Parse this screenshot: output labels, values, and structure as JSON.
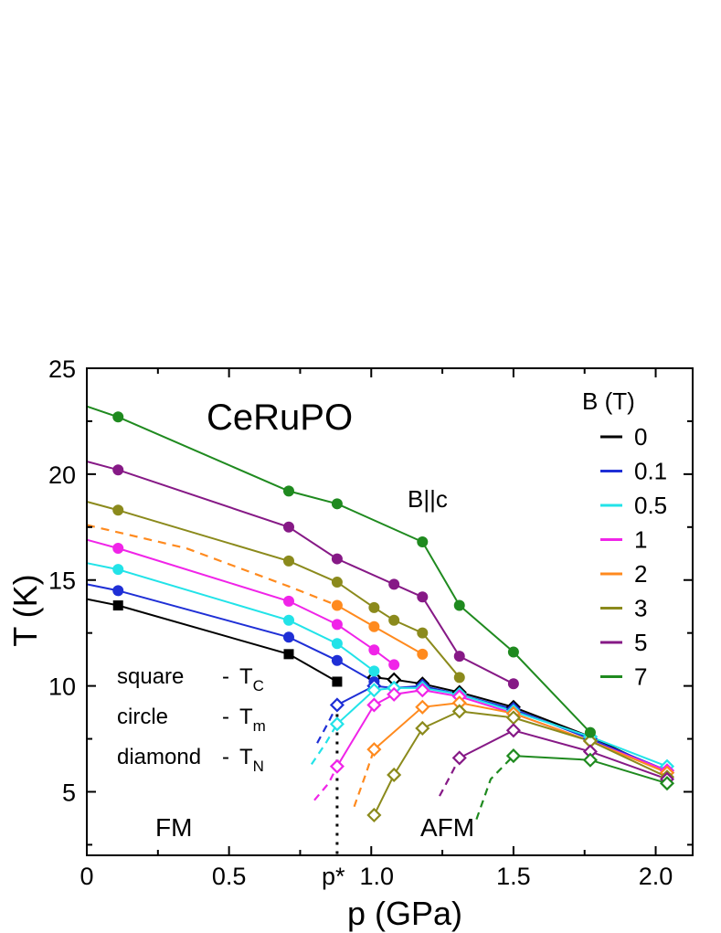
{
  "chart_data": {
    "type": "line",
    "title": "CeRuPO",
    "annotation_field": "B||c",
    "xlabel": "p (GPa)",
    "ylabel": "T (K)",
    "xlim": [
      0,
      2.13
    ],
    "ylim": [
      2,
      25
    ],
    "xticks": [
      0,
      0.5,
      1.0,
      1.5,
      2.0
    ],
    "xtick_labels": [
      "0",
      "0.5",
      "1.0",
      "1.5",
      "2.0"
    ],
    "yticks": [
      5,
      10,
      15,
      20,
      25
    ],
    "ytick_labels": [
      "5",
      "10",
      "15",
      "20",
      "25"
    ],
    "grid": false,
    "legend_title": "B (T)",
    "legend_position": "top-right",
    "markers_legend": [
      {
        "shape": "square",
        "sep": "-",
        "symbol": "T",
        "sub": "C"
      },
      {
        "shape": "circle",
        "sep": "-",
        "symbol": "T",
        "sub": "m"
      },
      {
        "shape": "diamond",
        "sep": "-",
        "symbol": "T",
        "sub": "N"
      }
    ],
    "regions": [
      "FM",
      "AFM"
    ],
    "critical_label": "p*",
    "critical_pressure": 0.88,
    "series": [
      {
        "name": "0",
        "color": "#000000",
        "squares": [
          [
            0.11,
            13.8
          ],
          [
            0.71,
            11.5
          ],
          [
            0.88,
            10.2
          ]
        ],
        "squares_fit_start": [
          0,
          14.1
        ],
        "diamonds": [
          [
            1.01,
            10.4
          ],
          [
            1.08,
            10.3
          ],
          [
            1.18,
            10.1
          ],
          [
            1.31,
            9.7
          ],
          [
            1.5,
            9.0
          ],
          [
            1.77,
            7.6
          ],
          [
            2.04,
            5.9
          ]
        ]
      },
      {
        "name": "0.1",
        "color": "#1f2fd6",
        "circles": [
          [
            0.11,
            14.5
          ],
          [
            0.71,
            12.3
          ],
          [
            0.88,
            11.2
          ],
          [
            1.01,
            10.2
          ]
        ],
        "circles_fit_start": [
          0,
          14.8
        ],
        "diamonds": [
          [
            0.88,
            9.1
          ],
          [
            1.01,
            10.0
          ],
          [
            1.08,
            9.9
          ],
          [
            1.18,
            10.0
          ],
          [
            1.31,
            9.6
          ],
          [
            1.5,
            8.9
          ],
          [
            1.77,
            7.5
          ],
          [
            2.04,
            6.0
          ]
        ],
        "dashed": [
          [
            0.81,
            7.3
          ],
          [
            0.85,
            8.3
          ],
          [
            0.88,
            9.1
          ]
        ]
      },
      {
        "name": "0.5",
        "color": "#22e3e8",
        "circles": [
          [
            0.11,
            15.5
          ],
          [
            0.71,
            13.1
          ],
          [
            0.88,
            12.0
          ],
          [
            1.01,
            10.7
          ]
        ],
        "circles_fit_start": [
          0,
          15.8
        ],
        "diamonds": [
          [
            0.88,
            8.2
          ],
          [
            1.01,
            9.8
          ],
          [
            1.08,
            9.9
          ],
          [
            1.18,
            9.9
          ],
          [
            1.31,
            9.6
          ],
          [
            1.5,
            8.8
          ],
          [
            1.77,
            7.6
          ],
          [
            2.04,
            6.2
          ]
        ],
        "dashed": [
          [
            0.79,
            6.3
          ],
          [
            0.84,
            7.3
          ],
          [
            0.88,
            8.2
          ]
        ]
      },
      {
        "name": "1",
        "color": "#f024e8",
        "circles": [
          [
            0.11,
            16.5
          ],
          [
            0.71,
            14.0
          ],
          [
            0.88,
            12.9
          ],
          [
            1.01,
            11.7
          ],
          [
            1.08,
            11.0
          ]
        ],
        "circles_fit_start": [
          0,
          16.9
        ],
        "diamonds": [
          [
            0.88,
            6.2
          ],
          [
            1.01,
            9.1
          ],
          [
            1.08,
            9.6
          ],
          [
            1.18,
            9.8
          ],
          [
            1.31,
            9.5
          ],
          [
            1.5,
            8.7
          ],
          [
            1.77,
            7.4
          ],
          [
            2.04,
            6.0
          ]
        ],
        "dashed": [
          [
            0.8,
            4.6
          ],
          [
            0.85,
            5.4
          ],
          [
            0.88,
            6.2
          ]
        ]
      },
      {
        "name": "2",
        "color": "#ff8a1e",
        "circles": [
          [
            0.88,
            13.8
          ],
          [
            1.01,
            12.8
          ],
          [
            1.18,
            11.5
          ]
        ],
        "dashed_top": [
          [
            0,
            17.6
          ],
          [
            0.35,
            16.5
          ],
          [
            0.71,
            14.7
          ],
          [
            0.88,
            13.8
          ]
        ],
        "diamonds": [
          [
            1.01,
            7.0
          ],
          [
            1.18,
            9.0
          ],
          [
            1.31,
            9.2
          ],
          [
            1.5,
            8.7
          ],
          [
            1.77,
            7.4
          ],
          [
            2.04,
            5.9
          ]
        ],
        "dashed": [
          [
            0.94,
            4.3
          ],
          [
            0.98,
            5.8
          ],
          [
            1.01,
            7.0
          ]
        ]
      },
      {
        "name": "3",
        "color": "#8b8a1c",
        "circles": [
          [
            0.11,
            18.3
          ],
          [
            0.71,
            15.9
          ],
          [
            0.88,
            14.9
          ],
          [
            1.01,
            13.7
          ],
          [
            1.08,
            13.1
          ],
          [
            1.18,
            12.5
          ],
          [
            1.31,
            10.4
          ]
        ],
        "circles_fit_start": [
          0,
          18.7
        ],
        "diamonds": [
          [
            1.01,
            3.9
          ],
          [
            1.08,
            5.8
          ],
          [
            1.18,
            8.0
          ],
          [
            1.31,
            8.8
          ],
          [
            1.5,
            8.5
          ],
          [
            1.77,
            7.4
          ],
          [
            2.04,
            5.7
          ]
        ]
      },
      {
        "name": "5",
        "color": "#861986",
        "circles": [
          [
            0.11,
            20.2
          ],
          [
            0.71,
            17.5
          ],
          [
            0.88,
            16.0
          ],
          [
            1.08,
            14.8
          ],
          [
            1.18,
            14.2
          ],
          [
            1.31,
            11.4
          ],
          [
            1.5,
            10.1
          ]
        ],
        "circles_fit_start": [
          0,
          20.6
        ],
        "diamonds": [
          [
            1.31,
            6.6
          ],
          [
            1.5,
            7.9
          ],
          [
            1.77,
            6.9
          ],
          [
            2.04,
            5.6
          ]
        ],
        "dashed": [
          [
            1.24,
            4.8
          ],
          [
            1.28,
            5.8
          ],
          [
            1.31,
            6.6
          ]
        ]
      },
      {
        "name": "7",
        "color": "#1f8a1f",
        "circles": [
          [
            0.11,
            22.7
          ],
          [
            0.71,
            19.2
          ],
          [
            0.88,
            18.6
          ],
          [
            1.18,
            16.8
          ],
          [
            1.31,
            13.8
          ],
          [
            1.5,
            11.6
          ],
          [
            1.77,
            7.8
          ]
        ],
        "circles_fit_start": [
          0,
          23.2
        ],
        "diamonds": [
          [
            1.5,
            6.7
          ],
          [
            1.77,
            6.5
          ],
          [
            2.04,
            5.4
          ]
        ],
        "dashed": [
          [
            1.37,
            3.7
          ],
          [
            1.42,
            5.6
          ],
          [
            1.5,
            6.7
          ]
        ]
      }
    ]
  }
}
